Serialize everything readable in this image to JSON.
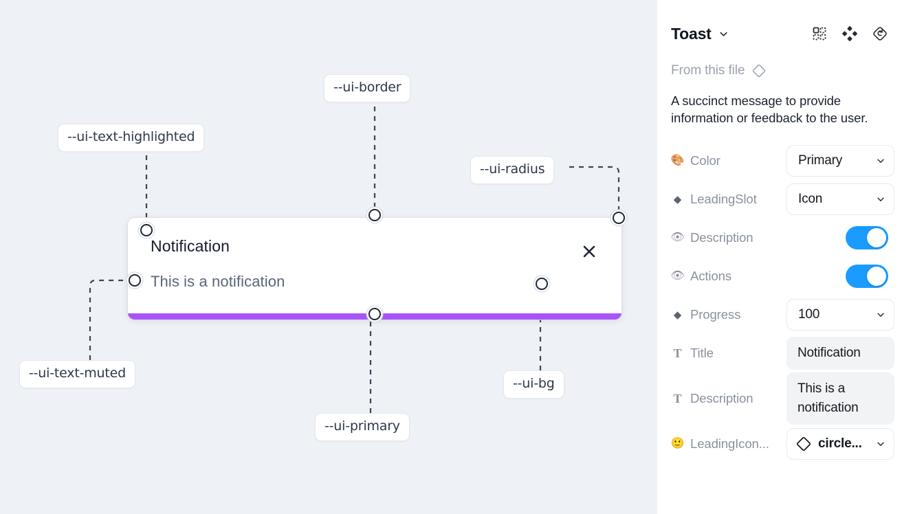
{
  "canvas": {
    "background_color": "#eef1f6",
    "toast": {
      "title": "Notification",
      "description": "This is a notification",
      "close_label": "×",
      "progress_color": "#a855f7",
      "background_color": "#ffffff"
    },
    "tokens": [
      {
        "name": "--ui-text-highlighted"
      },
      {
        "name": "--ui-border"
      },
      {
        "name": "--ui-radius"
      },
      {
        "name": "--ui-text-muted"
      },
      {
        "name": "--ui-primary"
      },
      {
        "name": "--ui-bg"
      }
    ]
  },
  "panel": {
    "title": "Toast",
    "header_icons": [
      {
        "name": "component-grid-icon"
      },
      {
        "name": "variants-icon"
      },
      {
        "name": "reset-icon"
      }
    ],
    "source_label": "From this file",
    "description": "A succinct message to provide information or feedback to the user.",
    "properties": [
      {
        "icon": "palette-icon",
        "glyph": "🎨",
        "label": "Color",
        "control": "select",
        "value": "Primary"
      },
      {
        "icon": "diamond-icon",
        "glyph": "◆",
        "label": "LeadingSlot",
        "control": "select",
        "value": "Icon"
      },
      {
        "icon": "eye-icon",
        "glyph": "👁",
        "label": "Description",
        "control": "toggle",
        "value": "on"
      },
      {
        "icon": "eye-icon",
        "glyph": "👁",
        "label": "Actions",
        "control": "toggle",
        "value": "on"
      },
      {
        "icon": "diamond-icon",
        "glyph": "◆",
        "label": "Progress",
        "control": "select",
        "value": "100"
      },
      {
        "icon": "text-icon",
        "glyph": "T",
        "label": "Title",
        "control": "textbox",
        "value": "Notification"
      },
      {
        "icon": "text-icon",
        "glyph": "T",
        "label": "Description",
        "control": "textbox",
        "value": "This is a notification"
      },
      {
        "icon": "emoji-icon",
        "glyph": "🙂",
        "label": "LeadingIcon...",
        "control": "icon-select",
        "value": "circle..."
      }
    ],
    "toggle_on_color": "#1a9bff"
  }
}
